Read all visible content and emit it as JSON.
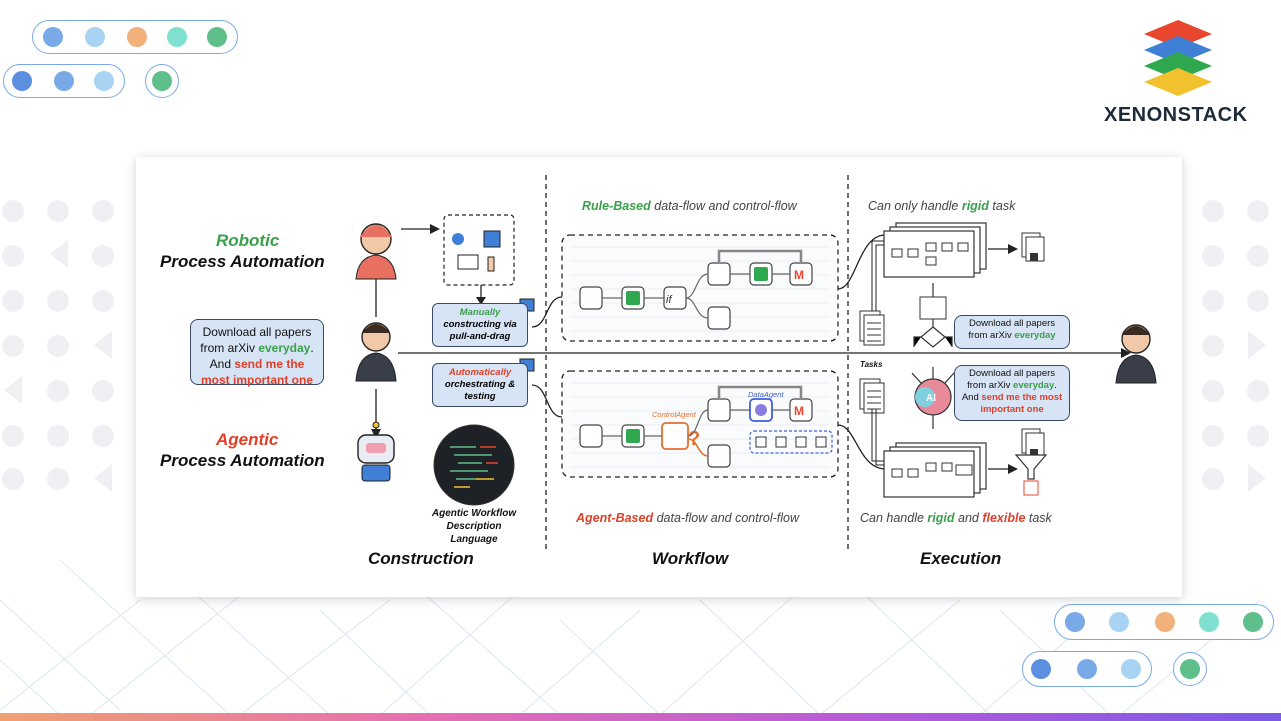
{
  "brand": {
    "name": "XENONSTACK",
    "logo_colors": [
      "#e8462e",
      "#3f7fd6",
      "#2fa84f",
      "#f2c12e"
    ]
  },
  "decor": {
    "pill_dot_colors_top": [
      "#7aa9e8",
      "#a9d3f2",
      "#f2b07a",
      "#7fe0d0",
      "#5fbf8a"
    ],
    "pill_dot_colors_second": [
      "#5c8fe0",
      "#7aa9e8",
      "#a9d3f2",
      "#5fbf8a"
    ],
    "gradient_bar": [
      "#f0a070",
      "#e46fb2",
      "#b85ad8",
      "#7c5ae6"
    ]
  },
  "diagram": {
    "rpa_title_line1": "Robotic",
    "rpa_title_line2": "Process Automation",
    "apa_title_line1": "Agentic",
    "apa_title_line2": "Process Automation",
    "user_request": {
      "part1": "Download all papers from arXiv ",
      "highlight1": "everyday",
      "part2": ". And ",
      "highlight2": "send me the most important one"
    },
    "manual_box": {
      "line1": "Manually",
      "line2": "constructing via",
      "line3": "pull-and-drag"
    },
    "auto_box": {
      "line1": "Automatically",
      "line2": "orchestrating &",
      "line3": "testing"
    },
    "awdl_caption_line1": "Agentic Workflow",
    "awdl_caption_line2": "Description Language",
    "rule_based_caption": {
      "highlight": "Rule-Based",
      "rest": " data-flow and control-flow"
    },
    "agent_based_caption": {
      "highlight": "Agent-Based",
      "rest": " data-flow and control-flow"
    },
    "control_agent_label": "ControlAgent",
    "data_agent_label": "DataAgent",
    "execution_top_caption": {
      "pre": "Can only handle ",
      "highlight": "rigid",
      "post": " task"
    },
    "execution_bottom_caption": {
      "pre": "Can handle ",
      "highlight1": "rigid",
      "mid": " and ",
      "highlight2": "flexible",
      "post": " task"
    },
    "exec_bubble_top": {
      "part1": "Download all papers from arXiv ",
      "highlight": "everyday"
    },
    "exec_bubble_bottom": {
      "part1": "Download all papers from arXiv ",
      "highlight1": "everyday",
      "part2": ". And ",
      "highlight2": "send me the most important one"
    },
    "tasks_label": "Tasks",
    "ai_label": "AI",
    "if_label": "if",
    "sections": {
      "construction": "Construction",
      "workflow": "Workflow",
      "execution": "Execution"
    }
  }
}
